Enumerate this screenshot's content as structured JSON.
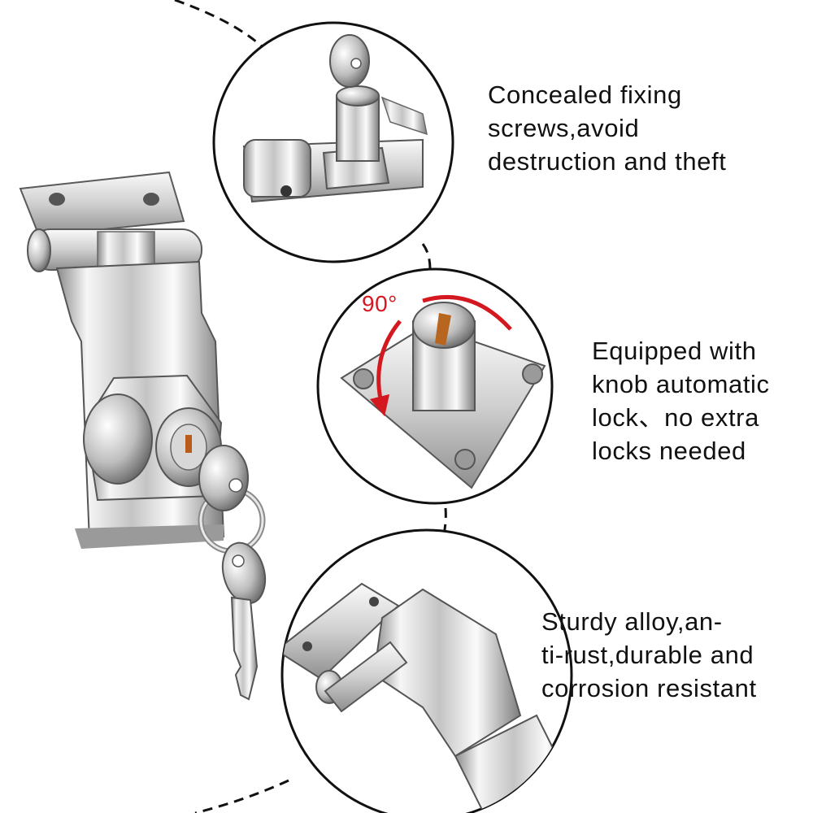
{
  "features": [
    {
      "lines": [
        "Concealed fixing",
        "screws,avoid",
        "destruction and theft"
      ]
    },
    {
      "lines": [
        "Equipped with",
        "knob automatic",
        "lock、no extra",
        "locks needed"
      ]
    },
    {
      "lines": [
        "Sturdy alloy,an-",
        "ti-rust,durable and",
        "corrosion resistant"
      ]
    }
  ],
  "rotation_label": "90°",
  "colors": {
    "metal_light": "#f4f4f4",
    "metal_mid": "#c9c9c9",
    "metal_dark": "#6f6f6f",
    "outline": "#111111",
    "arrow": "#d4181f"
  }
}
